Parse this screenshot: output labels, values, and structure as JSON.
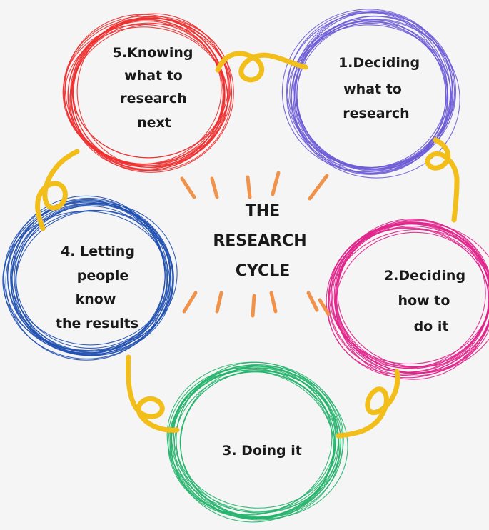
{
  "title_lines": [
    "THE",
    "RESEARCH",
    "CYCLE"
  ],
  "steps": [
    {
      "lines": [
        "1.Deciding",
        "what to",
        "research"
      ],
      "color": "#6b5bd6"
    },
    {
      "lines": [
        "2.Deciding",
        "how to",
        "do it"
      ],
      "color": "#e0218a"
    },
    {
      "lines": [
        "3. Doing it"
      ],
      "color": "#22b36a"
    },
    {
      "lines": [
        "4. Letting",
        "people",
        "know",
        "the results"
      ],
      "color": "#1f4fb0"
    },
    {
      "lines": [
        "5.Knowing",
        "what to",
        "research",
        "next"
      ],
      "color": "#ee2d2d"
    }
  ],
  "connector_color": "#f2be1a",
  "burst_color": "#f0924a"
}
